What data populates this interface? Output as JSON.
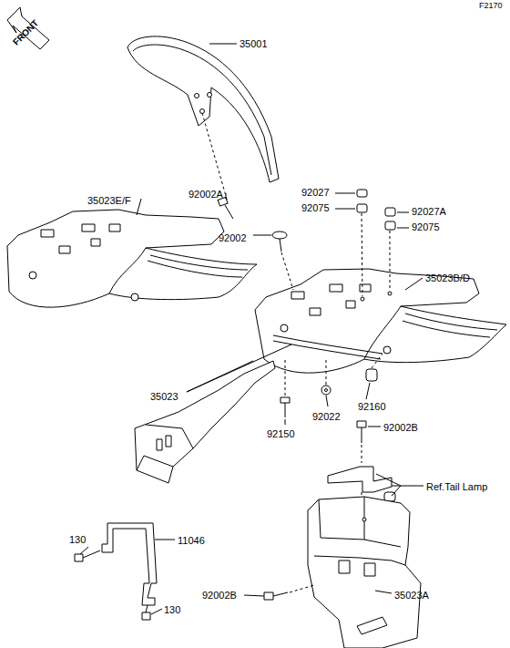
{
  "diagram": {
    "labels": [
      "F2170",
      "FRONT",
      "35001",
      "92002A",
      "35023E/F",
      "92027",
      "92027A",
      "92075",
      "92075",
      "92002",
      "35023B/D",
      "35023",
      "92160",
      "92022",
      "92150",
      "92002B",
      "Ref.Tail Lamp",
      "11046",
      "130",
      "130",
      "92002B",
      "35023A"
    ]
  }
}
